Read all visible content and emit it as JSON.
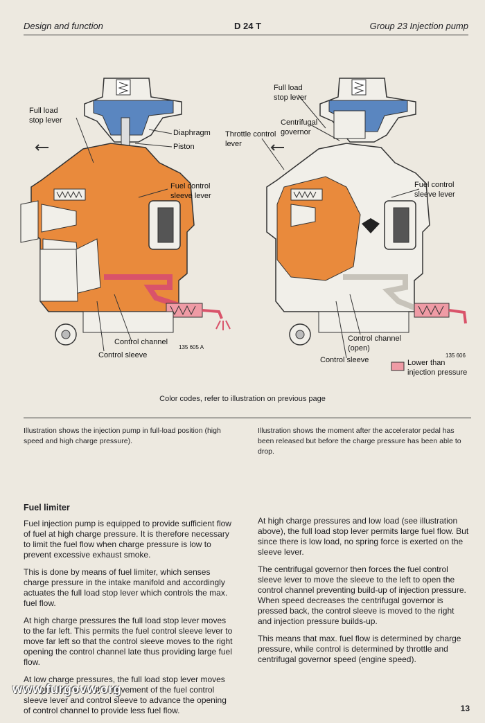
{
  "header": {
    "section": "Design and function",
    "model": "D 24 T",
    "group": "Group 23  Injection pump"
  },
  "figure_left": {
    "labels": {
      "full_load_stop_lever": "Full load\nstop lever",
      "diaphragm": "Diaphragm",
      "piston": "Piston",
      "fuel_control_sleeve_lever": "Fuel control\nsleeve lever",
      "control_channel": "Control channel",
      "control_sleeve": "Control sleeve",
      "ref": "135 605 A"
    }
  },
  "figure_right": {
    "labels": {
      "full_load_stop_lever": "Full load\nstop lever",
      "centrifugal_governor": "Centrifugal\ngovernor",
      "throttle_control_lever": "Throttle control\nlever",
      "fuel_control_sleeve_lever": "Fuel control\nsleeve lever",
      "control_channel_open": "Control channel\n(open)",
      "control_sleeve": "Control sleeve",
      "ref": "135 606",
      "legend": "Lower than\ninjection pressure"
    }
  },
  "colors": {
    "orange": "#e98a3c",
    "blue": "#5a86c0",
    "red": "#d9536a",
    "pink_legend": "#ef9ba5"
  },
  "caption": "Color codes, refer to illustration on previous page",
  "intro_left": "Illustration shows the injection pump in full-load position (high speed and high charge pressure).",
  "intro_right": "Illustration shows the moment after the accelerator pedal has been released but before the charge pressure has been able to drop.",
  "left_column": {
    "heading": "Fuel limiter",
    "paragraphs": [
      "Fuel injection pump is equipped to provide sufficient flow of fuel at high charge pressure. It is therefore necessary to limit the fuel flow when charge pressure is low to prevent excessive exhaust smoke.",
      "This is done by means of fuel limiter, which senses charge pressure in the intake manifold and accordingly actuates the full load stop lever which controls the max. fuel flow.",
      "At high charge pressures the full load stop lever moves to the far left. This permits the fuel control sleeve lever to move far left so that the control sleeve moves to the right opening the control channel late thus providing large fuel flow.",
      "At low charge pressures, the full load stop lever moves far right. This limits the movement of the fuel control sleeve lever and control sleeve to advance the opening of control channel to provide less fuel flow."
    ]
  },
  "right_column": {
    "paragraphs": [
      "At high charge pressures and low load (see illustration above), the full load stop lever permits large fuel flow. But since there is low load, no spring force is exerted on the sleeve lever.",
      "The centrifugal governor then forces the fuel control sleeve lever to move the sleeve to the left to open the control channel preventing build-up of injection pressure. When speed decreases the centrifugal governor is pressed back, the control sleeve is moved to the right and injection pressure builds-up.",
      "This means that max. fuel flow is determined by charge pressure, while control is determined by throttle and centrifugal governor speed (engine speed)."
    ]
  },
  "watermark": "www.furgovw.org",
  "page_number": "13"
}
